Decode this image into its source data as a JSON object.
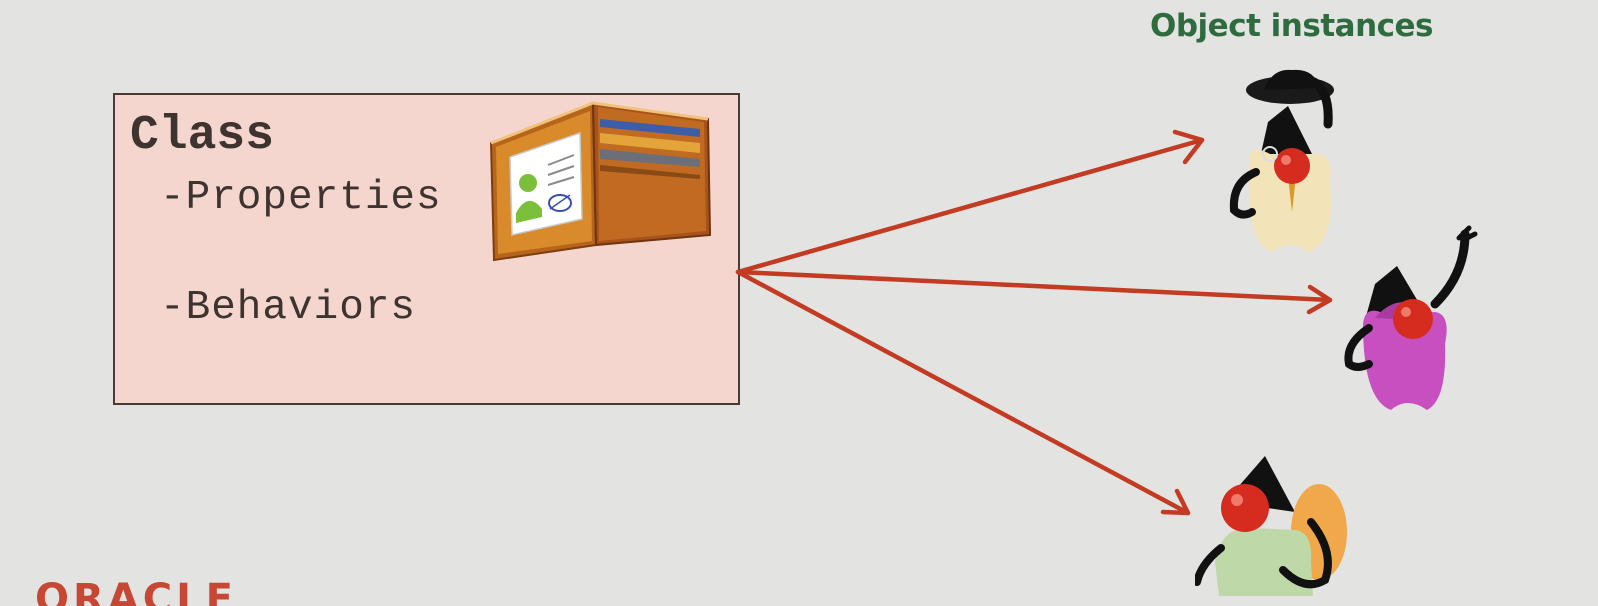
{
  "heading": "Object instances",
  "class_box": {
    "title": "Class",
    "properties_label": "-Properties",
    "behaviors_label": "-Behaviors"
  },
  "icons": {
    "wallet": "wallet-icon",
    "instance_1": "duke-mascot-hat-icon",
    "instance_2": "duke-mascot-purple-icon",
    "instance_3": "duke-mascot-green-icon"
  },
  "colors": {
    "heading": "#2e6b3f",
    "arrow": "#c23b22",
    "class_box_fill": "#f5d6cf",
    "background": "#e3e3e2"
  }
}
